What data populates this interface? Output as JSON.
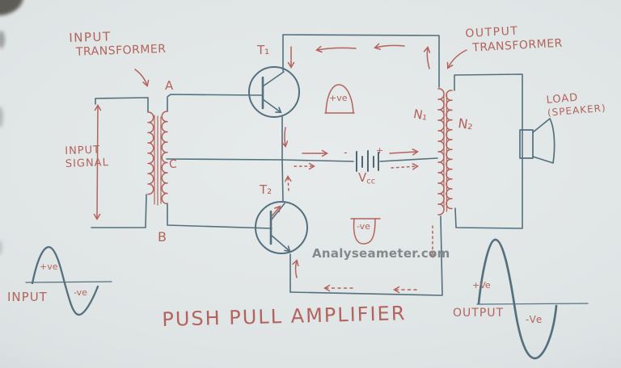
{
  "diagram": {
    "title": "PUSH PULL AMPLIFIER",
    "watermark": "Analyseameter.com",
    "colors": {
      "ink_blue": "#54707e",
      "ink_red": "#b4635c",
      "paper": "#dfe4e5",
      "watermark_gray": "#7e8487"
    },
    "input_transformer_label": {
      "line1": "INPUT",
      "line2": "TRANSFORMER"
    },
    "output_transformer_label": {
      "line1": "OUTPUT",
      "line2": "TRANSFORMER"
    },
    "input_signal_label": {
      "line1": "INPUT",
      "line2": "SIGNAL"
    },
    "load_label": {
      "line1": "LOAD",
      "line2": "(SPEAKER)"
    },
    "terminals": {
      "a": "A",
      "b": "B",
      "c": "C"
    },
    "transistors": {
      "t1": "T₁",
      "t2": "T₂"
    },
    "windings": {
      "n1": "N₁",
      "n2": "N₂"
    },
    "supply": {
      "v": "V",
      "sub": "cc"
    },
    "battery": {
      "minus": "-",
      "plus": "+"
    },
    "half_cycle_positive": "+ve",
    "half_cycle_negative": "-ve",
    "input_wave": {
      "label": "INPUT",
      "positive": "+ve",
      "negative": "-ve"
    },
    "output_wave": {
      "label": "OUTPUT",
      "positive": "+Ve",
      "negative": "-Ve"
    }
  }
}
